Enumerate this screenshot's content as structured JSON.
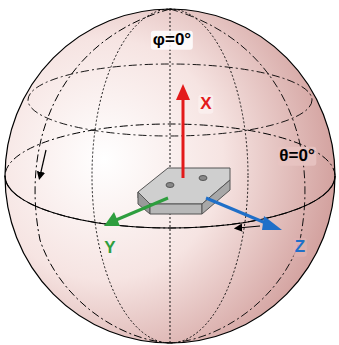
{
  "diagram": {
    "labels": [
      "φ=0°",
      "X",
      "θ=0°",
      "Y",
      "Z"
    ]
  }
}
